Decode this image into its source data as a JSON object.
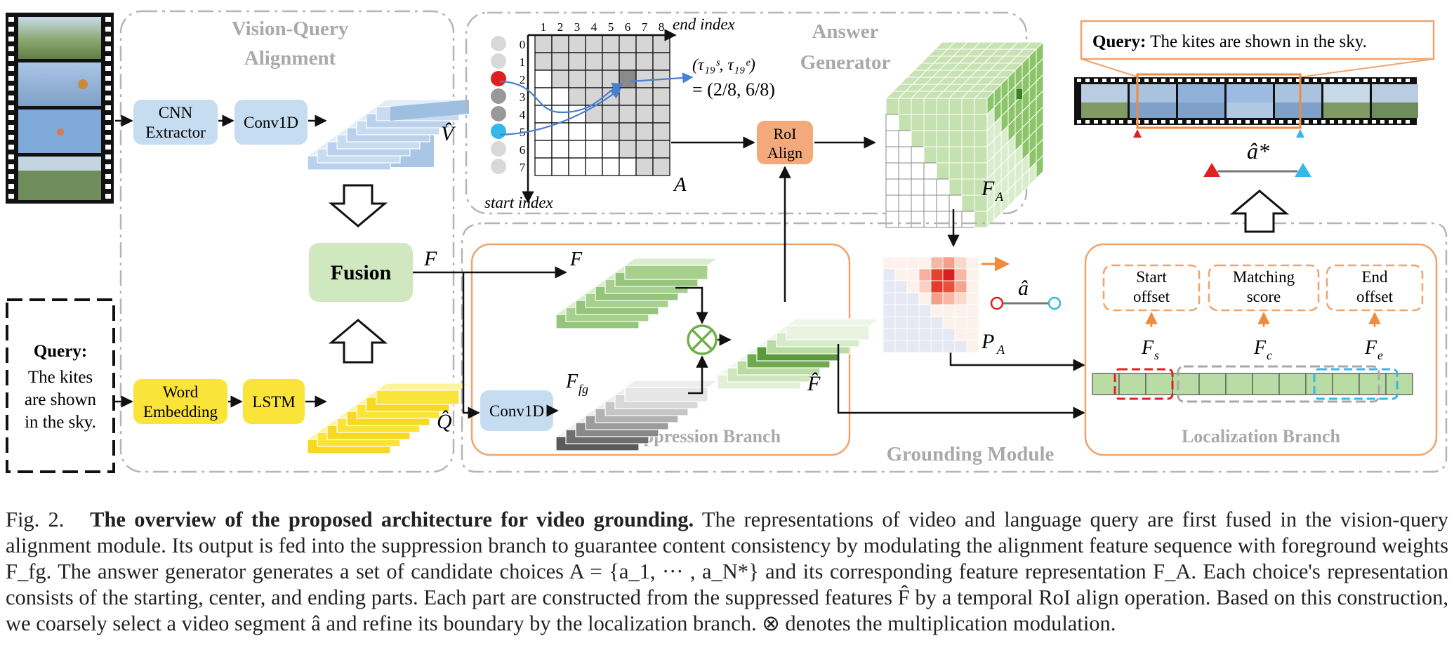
{
  "vqa": {
    "title_line1": "Vision-Query",
    "title_line2": "Alignment"
  },
  "blocks": {
    "cnn_line1": "CNN",
    "cnn_line2": "Extractor",
    "conv1d_top": "Conv1D",
    "word_line1": "Word",
    "word_line2": "Embedding",
    "lstm": "LSTM",
    "fusion": "Fusion",
    "conv1d_bottom": "Conv1D",
    "roi_line1": "RoI",
    "roi_line2": "Align"
  },
  "query_box": {
    "label": "Query:",
    "line1": "The kites",
    "line2": "are shown",
    "line3": "in the sky."
  },
  "labels": {
    "v_hat": "V̂",
    "q_hat": "Q̂",
    "F": "F",
    "F_fg": "F",
    "F_fg_sub": "fg",
    "F_hat": "F̂",
    "F_A": "F",
    "F_A_sub": "A",
    "P_A": "P",
    "P_A_sub": "A",
    "A": "A",
    "a_hat": "â",
    "a_hat_star": "â*",
    "F_s": "F",
    "F_s_sub": "s",
    "F_c": "F",
    "F_c_sub": "c",
    "F_e": "F",
    "F_e_sub": "e"
  },
  "answer_generator": {
    "title_line1": "Answer",
    "title_line2": "Generator"
  },
  "grid": {
    "col_labels": [
      "1",
      "2",
      "3",
      "4",
      "5",
      "6",
      "7",
      "8"
    ],
    "row_labels": [
      "0",
      "1",
      "2",
      "3",
      "4",
      "5",
      "6",
      "7"
    ],
    "end_index": "end index",
    "start_index": "start index",
    "tau_label": "(τ",
    "tau_text": "(τ₁₉ˢ, τ₁₉ᵉ)",
    "tau_eq": "= (2/8, 6/8)"
  },
  "suppression": {
    "title": "Suppression Branch"
  },
  "grounding": {
    "title": "Grounding Module"
  },
  "localization": {
    "title": "Localization Branch",
    "start_line1": "Start",
    "start_line2": "offset",
    "match_line1": "Matching",
    "match_line2": "score",
    "end_line1": "End",
    "end_line2": "offset"
  },
  "top_query": {
    "label": "Query:",
    "text": " The kites are shown in the sky."
  },
  "caption": {
    "fig": "Fig. 2.",
    "bold": "The overview of the proposed architecture for video grounding.",
    "body": " The representations of video and language query are first fused in the vision-query alignment module. Its output is fed into the suppression branch to guarantee content consistency by modulating the alignment feature sequence with foreground weights F_fg. The answer generator generates a set of candidate choices A = {a_1, ··· , a_N*} and its corresponding feature representation F_A. Each choice's representation consists of the starting, center, and ending parts. Each part are constructed from the suppressed features F̂ by a temporal RoI align operation. Based on this construction, we  coarsely select a video segment â and refine its boundary by the localization branch. ⊗ denotes the multiplication modulation."
  },
  "colors": {
    "blue_box": "#c6dcf0",
    "yellow_box": "#fbe43a",
    "green_box": "#cfe8c0",
    "orange_box": "#f4a97a",
    "orange_border": "#f0a36c",
    "dash_gray": "#b8b8b8",
    "red": "#e02020",
    "cyan": "#35b7e8"
  }
}
